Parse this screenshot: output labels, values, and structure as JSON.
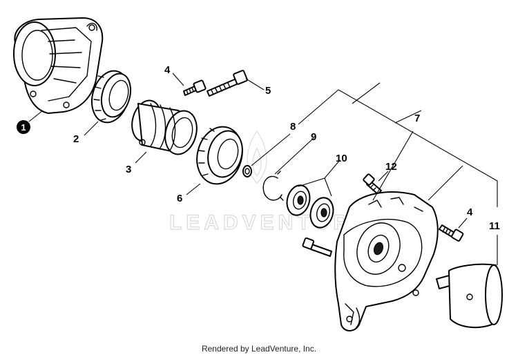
{
  "watermark": {
    "text": "LEADVENTURE"
  },
  "footer": {
    "credit": "Rendered by LeadVenture, Inc."
  },
  "callouts": {
    "c1": "1",
    "c2": "2",
    "c3": "3",
    "c4a": "4",
    "c4b": "4",
    "c5": "5",
    "c6": "6",
    "c7": "7",
    "c8": "8",
    "c9": "9",
    "c10": "10",
    "c11": "11",
    "c12": "12"
  }
}
